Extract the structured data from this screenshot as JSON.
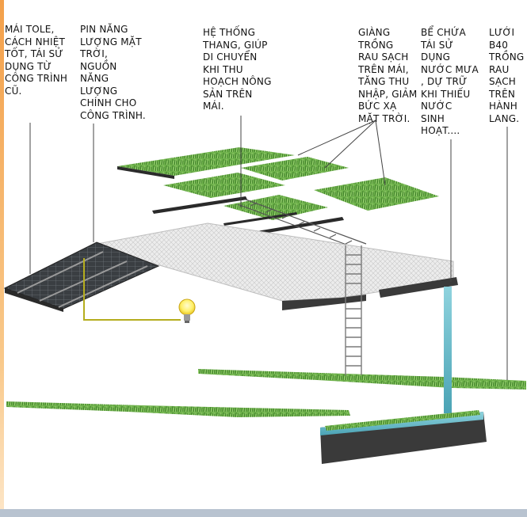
{
  "labels": {
    "roof": "MÁI TOLE,\nCÁCH NHIỆT\nTỐT, TÁI SỬ\nDỤNG TỪ\nCÔNG TRÌNH\nCŨ.",
    "solar": "PIN NĂNG\nLƯỢNG MẶT\nTRỜI,\nNGUỒN\nNĂNG\nLƯỢNG\nCHÍNH CHO\nCÔNG TRÌNH.",
    "ladder": "HỆ THỐNG\nTHANG, GIÚP\nDI CHUYỂN\nKHI THU\nHOẠCH NÔNG\nSẢN TRÊN\nMÁI.",
    "planters": "GIÀNG\nTRỒNG\nRAU SẠCH\nTRÊN MÁI,\nTĂNG THU\nNHẬP, GIẢM\nBỨC XẠ\nMẶT TRỜI.",
    "tank": "BỂ CHỨA\nTÁI SỬ\nDỤNG\nNƯỚC MƯA\n, DỰ TRỮ\nKHI THIẾU\nNƯỚC\nSINH\nHOẠT....",
    "net": "LƯỚI\nB40\nTRỒNG\nRAU\nSẠCH\nTRÊN\nHÀNH\nLANG."
  },
  "colors": {
    "grass_light": "#7fc25a",
    "grass_dark": "#3f7f2a",
    "roof": "#e6e6e6",
    "solar_panel": "#3a3e42",
    "wire": "#b5ad1e",
    "water": "#5fb8c8",
    "accent": "#f3a04a"
  },
  "icons": [
    "light-bulb-icon"
  ]
}
